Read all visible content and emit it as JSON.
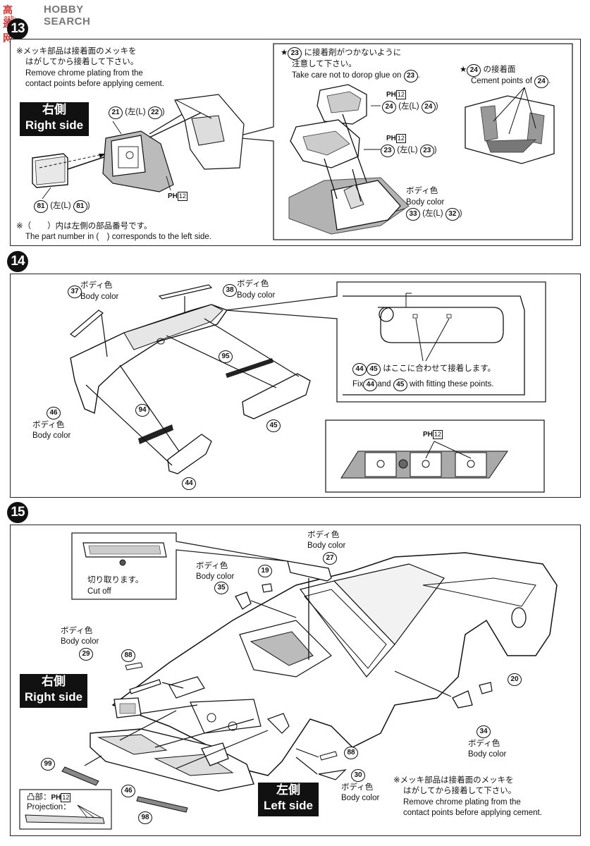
{
  "watermark": {
    "brand": "高達 网",
    "sub": "ggb-com",
    "search": "HOBBY SEARCH"
  },
  "step13": {
    "number": "13",
    "chrome_note_jp_1": "※メッキ部品は接着面のメッキを",
    "chrome_note_jp_2": "はがしてから接着して下さい。",
    "chrome_note_en_1": "Remove chrome plating from the",
    "chrome_note_en_2": "contact points before applying cement.",
    "right_side_jp": "右側",
    "right_side_en": "Right side",
    "part21_num": "21",
    "part21_mid": "(左(L)",
    "part21_num2": "22",
    "part81_num": "81",
    "part81_mid": "(左(L)",
    "part81_num2": "81",
    "ph_label": "PH",
    "ph_num": "12",
    "paren_note_jp": "※（　　）内は左側の部品番号です。",
    "paren_note_en": "The part number in  (　)  corresponds to the left side.",
    "glue_star": "★",
    "glue_num": "23",
    "glue_note_jp_1": "に接着剤がつかないように",
    "glue_note_jp_2": "注意して下さい。",
    "glue_note_en": "Take care not to dorop glue on",
    "glue_note_en_num": "23",
    "cement_star": "★",
    "cement_num": "24",
    "cement_note_jp": "の接着面",
    "cement_note_en": "Cement points of",
    "cement_note_en_num": "24",
    "part24_num": "24",
    "part24_mid": "(左(L)",
    "part24_num2": "24",
    "part23_num": "23",
    "part23_mid": "(左(L)",
    "part23_num2": "23",
    "body_color_jp": "ボディ色",
    "body_color_en": "Body color",
    "part33_num": "33",
    "part33_mid": "(左(L)",
    "part33_num2": "32"
  },
  "step14": {
    "number": "14",
    "part37": "37",
    "part38": "38",
    "part46": "46",
    "part94": "94",
    "part95": "95",
    "part45": "45",
    "part44": "44",
    "body_color_jp": "ボディ色",
    "body_color_en": "Body color",
    "fix_jp_num1": "44",
    "fix_jp_num2": "45",
    "fix_jp": "はここに合わせて接着します。",
    "fix_en_1": "Fix",
    "fix_en_num1": "44",
    "fix_en_and": "and",
    "fix_en_num2": "45",
    "fix_en_2": "with fitting these points.",
    "ph_label": "PH",
    "ph_num": "12"
  },
  "step15": {
    "number": "15",
    "body_color_jp": "ボディ色",
    "body_color_en": "Body color",
    "cut_off_jp": "切り取ります。",
    "cut_off_en": "Cut off",
    "part27": "27",
    "part19": "19",
    "part35": "35",
    "part29": "29",
    "part88a": "88",
    "part20": "20",
    "part34": "34",
    "part88b": "88",
    "part30": "30",
    "part99": "99",
    "part46": "46",
    "part98": "98",
    "right_side_jp": "右側",
    "right_side_en": "Right side",
    "left_side_jp": "左側",
    "left_side_en": "Left side",
    "projection_jp": "凸部：",
    "projection_ph": "PH",
    "projection_ph_num": "12",
    "projection_en": "Projection：",
    "chrome_note_jp_1": "※メッキ部品は接着面のメッキを",
    "chrome_note_jp_2": "はがしてから接着して下さい。",
    "chrome_note_en_1": "Remove chrome plating from the",
    "chrome_note_en_2": "contact points before applying cement."
  }
}
